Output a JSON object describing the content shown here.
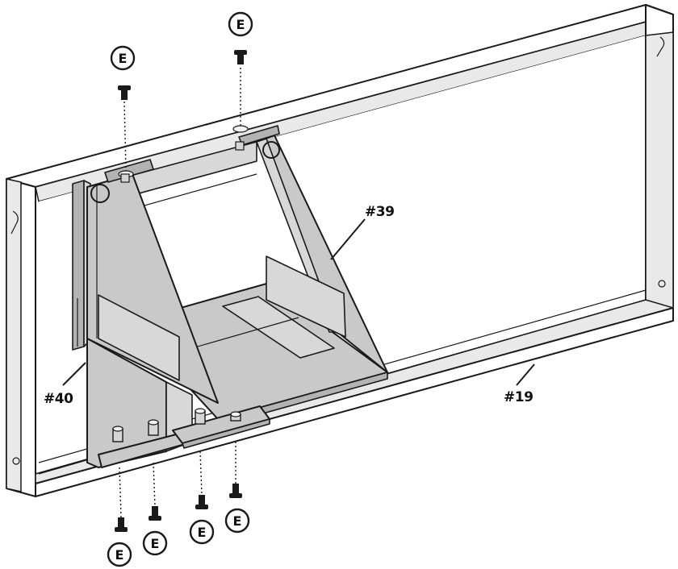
{
  "parts": {
    "bracket": "#39",
    "side_bracket": "#40",
    "frame": "#19"
  },
  "callouts": {
    "screw_letter": "E"
  },
  "colors": {
    "line": "#1a1a1a",
    "bracket_fill": "#c9c9c9",
    "frame_shade": "#e9e9e9"
  }
}
